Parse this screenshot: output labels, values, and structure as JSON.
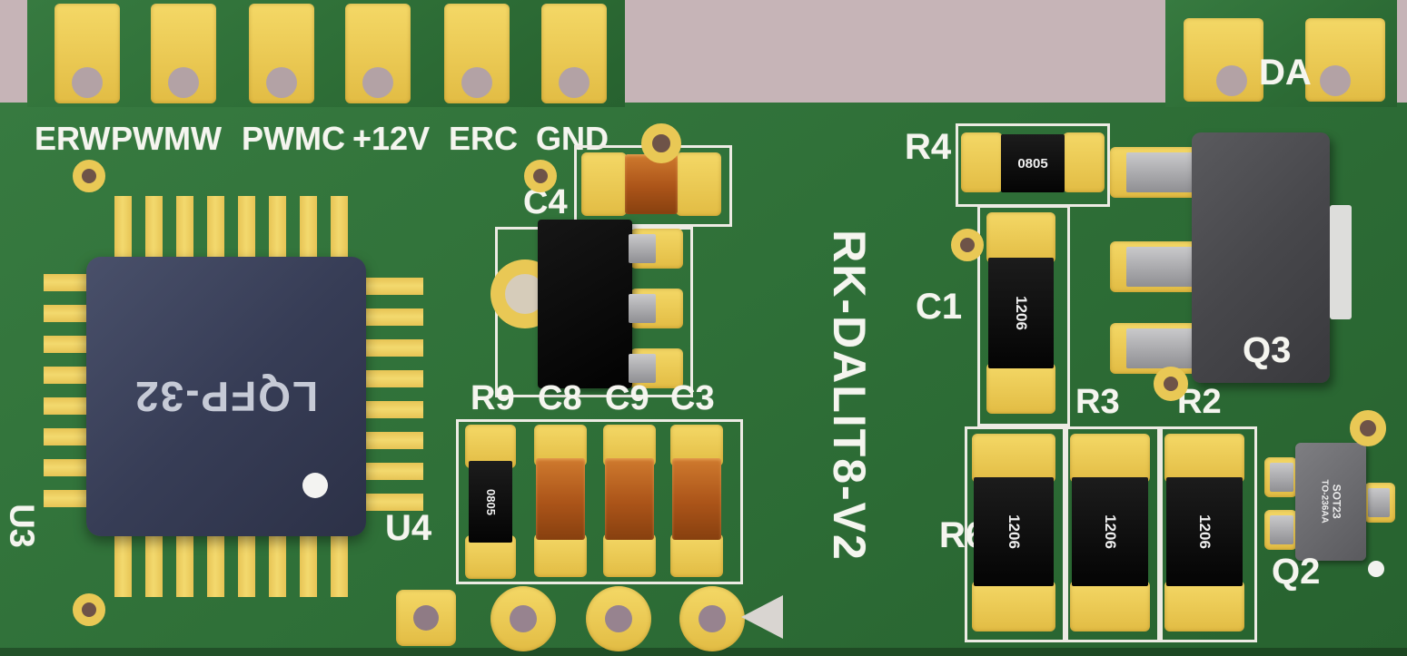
{
  "colors": {
    "background": "#c6b4b7",
    "pcb_green": "#2f7038",
    "pad_gold": "#e9c855",
    "silkscreen_white": "#f5f5ef",
    "ic_body_navy": "#3a4057",
    "component_black": "#0a0a0a",
    "capacitor_orange": "#ab5419",
    "transistor_gray": "#4c4c50"
  },
  "connector_labels": [
    "ERW",
    "PWMW",
    "PWMC",
    "+12V",
    "ERC",
    "GND"
  ],
  "da_label": "DA",
  "board_title": "RK-DALIT8-V2",
  "chip_package": "LQFP-32",
  "refs": {
    "u3": "U3",
    "u4": "U4",
    "c4": "C4",
    "r9": "R9",
    "c8": "C8",
    "c9": "C9",
    "c3": "C3",
    "r4": "R4",
    "c1": "C1",
    "q3": "Q3",
    "r3": "R3",
    "r2": "R2",
    "r6": "R6",
    "q2": "Q2"
  },
  "markings": {
    "r9_code": "0805",
    "r4_code": "0805",
    "c1_code": "1206",
    "r6_code": "1206",
    "r3_code": "1206",
    "r2_code": "1206",
    "q2_package_line1": "SOT23",
    "q2_package_line2": "TO-236AA"
  }
}
